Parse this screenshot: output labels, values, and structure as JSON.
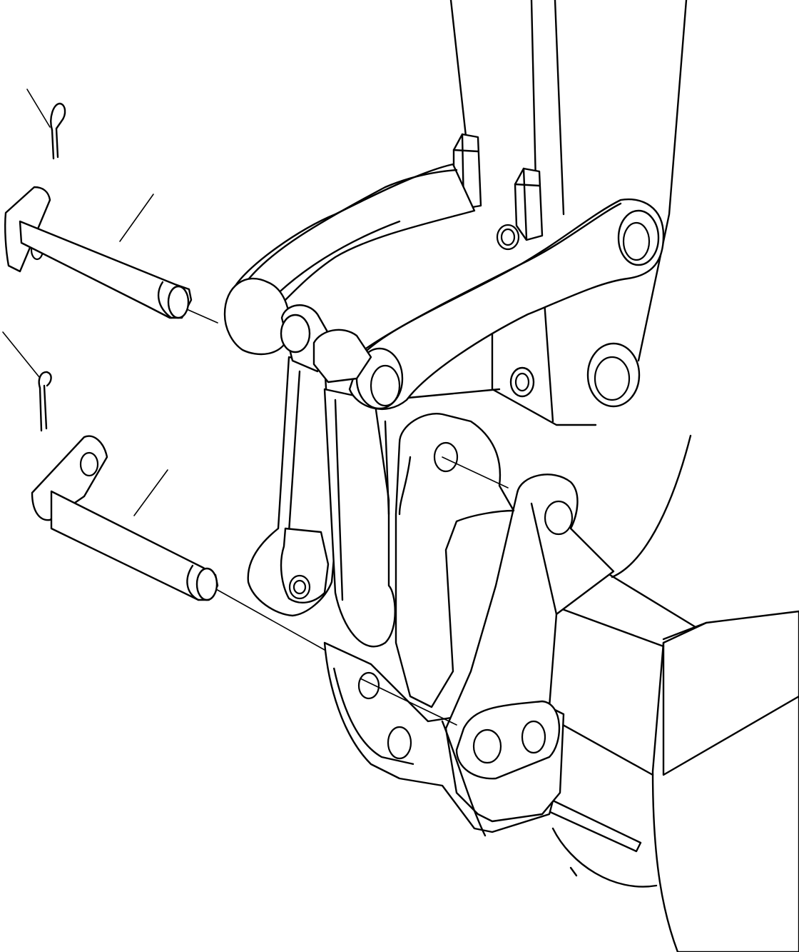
{
  "figure": {
    "background": "#ffffff",
    "line_color": "#000000",
    "labels": []
  },
  "parts": [
    {
      "name": "cotter-pin",
      "count": 2
    },
    {
      "name": "bucket-pin",
      "count": 2
    }
  ]
}
